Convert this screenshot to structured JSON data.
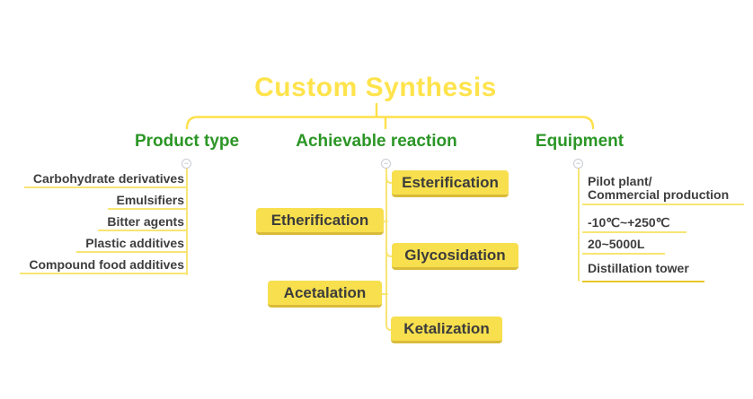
{
  "title": "Custom Synthesis",
  "collapse_glyph": "−",
  "colors": {
    "title_yellow": "#FFE34C",
    "bracket_yellow": "#FFE04A",
    "line_pale_yellow": "#F8E573",
    "underline_gold": "#E8C72B",
    "node_fill": "#F7DF4D",
    "node_shadow": "#D9BB3A",
    "header_green": "#2B9626",
    "text_dark": "#3E3E3E"
  },
  "branches": {
    "product_type": {
      "label": "Product type",
      "items": [
        "Carbohydrate derivatives",
        "Emulsifiers",
        "Bitter agents",
        "Plastic additives",
        "Compound food additives"
      ]
    },
    "achievable_reaction": {
      "label": "Achievable reaction",
      "items": [
        "Esterification",
        "Etherification",
        "Glycosidation",
        "Acetalation",
        "Ketalization"
      ]
    },
    "equipment": {
      "label": "Equipment",
      "items": [
        "Pilot plant/\nCommercial production",
        "-10℃~+250℃",
        "20~5000L",
        "Distillation tower"
      ]
    }
  }
}
